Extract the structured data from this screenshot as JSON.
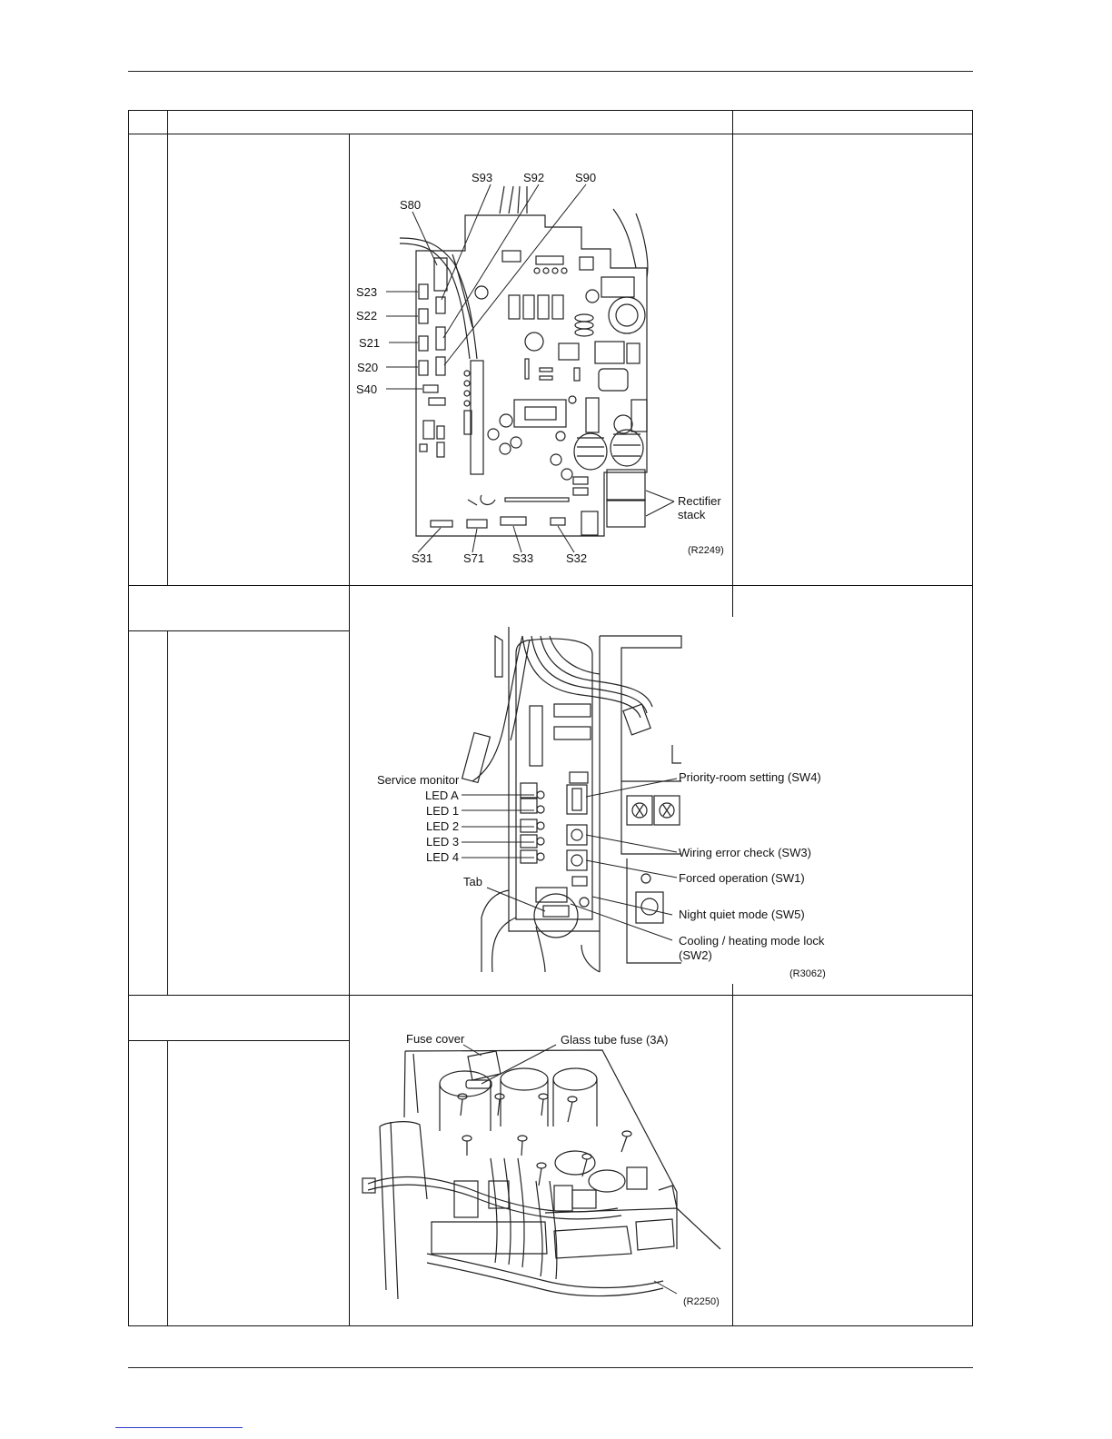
{
  "figures": [
    {
      "ref": "(R2249)",
      "connectors_left": [
        "S23",
        "S22",
        "S21",
        "S20",
        "S40"
      ],
      "connectors_top": [
        "S80",
        "S93",
        "S92",
        "S90"
      ],
      "connectors_bottom": [
        "S31",
        "S71",
        "S33",
        "S32"
      ],
      "rectifier_label_line1": "Rectifier",
      "rectifier_label_line2": "stack"
    },
    {
      "ref": "(R3062)",
      "service_monitor": "Service monitor",
      "leds": [
        "LED A",
        "LED 1",
        "LED 2",
        "LED 3",
        "LED 4"
      ],
      "tab": "Tab",
      "switches": [
        "Priority-room setting (SW4)",
        "Wiring error check (SW3)",
        "Forced operation (SW1)",
        "Night quiet mode (SW5)",
        "Cooling / heating mode lock"
      ],
      "sw2_suffix": "(SW2)"
    },
    {
      "ref": "(R2250)",
      "fuse_cover": "Fuse cover",
      "glass_fuse": "Glass tube fuse (3A)"
    }
  ]
}
